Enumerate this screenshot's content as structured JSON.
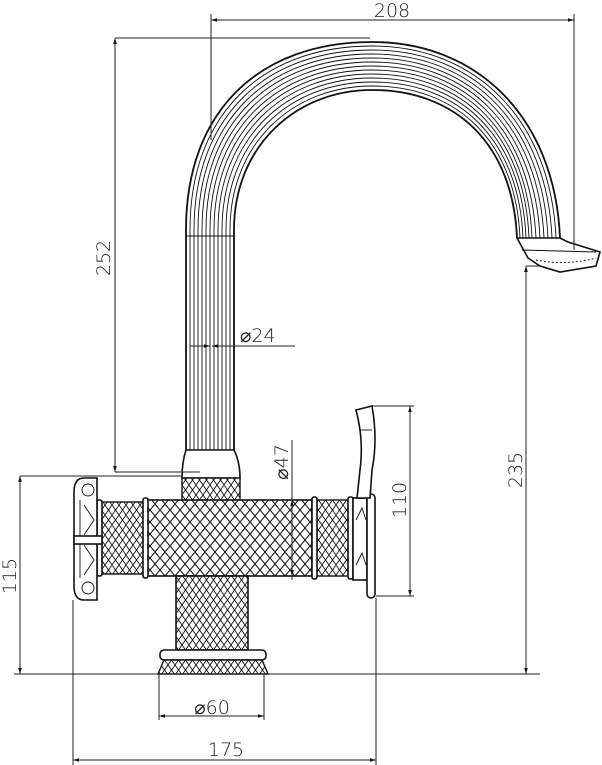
{
  "drawing": {
    "subject": "faucet technical drawing",
    "line_color": "#111111",
    "background": "#ffffff"
  },
  "dimensions": {
    "spout_reach": "208",
    "total_height": "252",
    "spout_diameter": "⌀24",
    "body_diameter": "⌀47",
    "handle_height": "110",
    "spout_outlet_height": "235",
    "body_height": "115",
    "base_diameter": "⌀60",
    "total_width": "175"
  }
}
